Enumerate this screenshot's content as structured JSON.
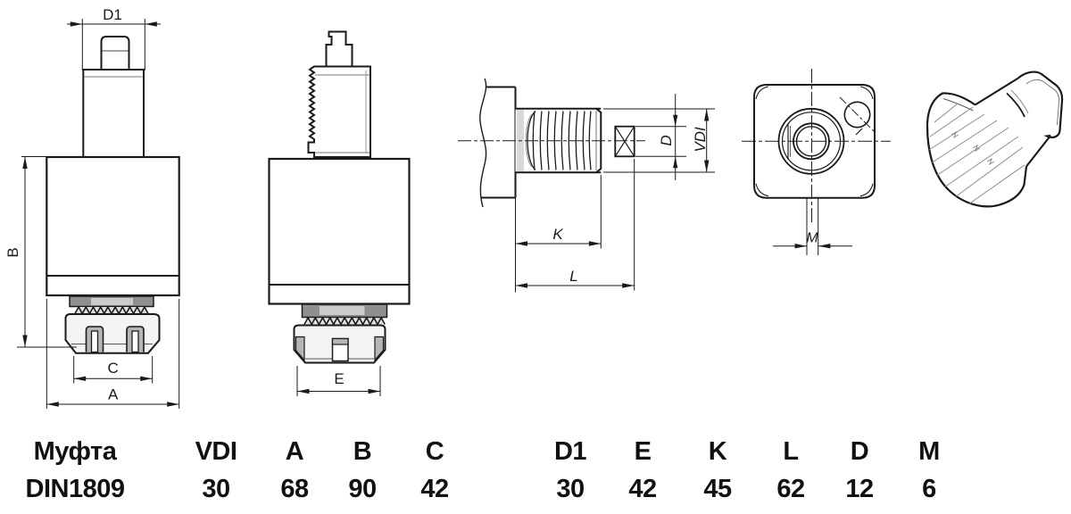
{
  "drawing": {
    "dim_labels": {
      "d1": "D1",
      "b": "B",
      "c": "C",
      "a": "A",
      "e": "E",
      "k": "K",
      "l": "L",
      "d": "D",
      "vdi": "VDI",
      "m": "M"
    }
  },
  "spec_table": {
    "columns": [
      {
        "id": "name",
        "header": "Муфта",
        "value": "DIN1809"
      },
      {
        "id": "vdi",
        "header": "VDI",
        "value": "30"
      },
      {
        "id": "a",
        "header": "A",
        "value": "68"
      },
      {
        "id": "b",
        "header": "B",
        "value": "90"
      },
      {
        "id": "c",
        "header": "C",
        "value": "42"
      },
      {
        "id": "d1",
        "header": "D1",
        "value": "30"
      },
      {
        "id": "e",
        "header": "E",
        "value": "42"
      },
      {
        "id": "k",
        "header": "K",
        "value": "45"
      },
      {
        "id": "l",
        "header": "L",
        "value": "62"
      },
      {
        "id": "d",
        "header": "D",
        "value": "12"
      },
      {
        "id": "m",
        "header": "M",
        "value": "6"
      }
    ]
  },
  "colors": {
    "outline": "#1a1a1a",
    "ring_dark": "#8f8f8f",
    "ring_light": "#cbcbcb",
    "nut_fill": "#f4f4f4",
    "slot_gray": "#b5b5b5",
    "thread_shade": "#d9d9d9",
    "background": "#ffffff"
  }
}
